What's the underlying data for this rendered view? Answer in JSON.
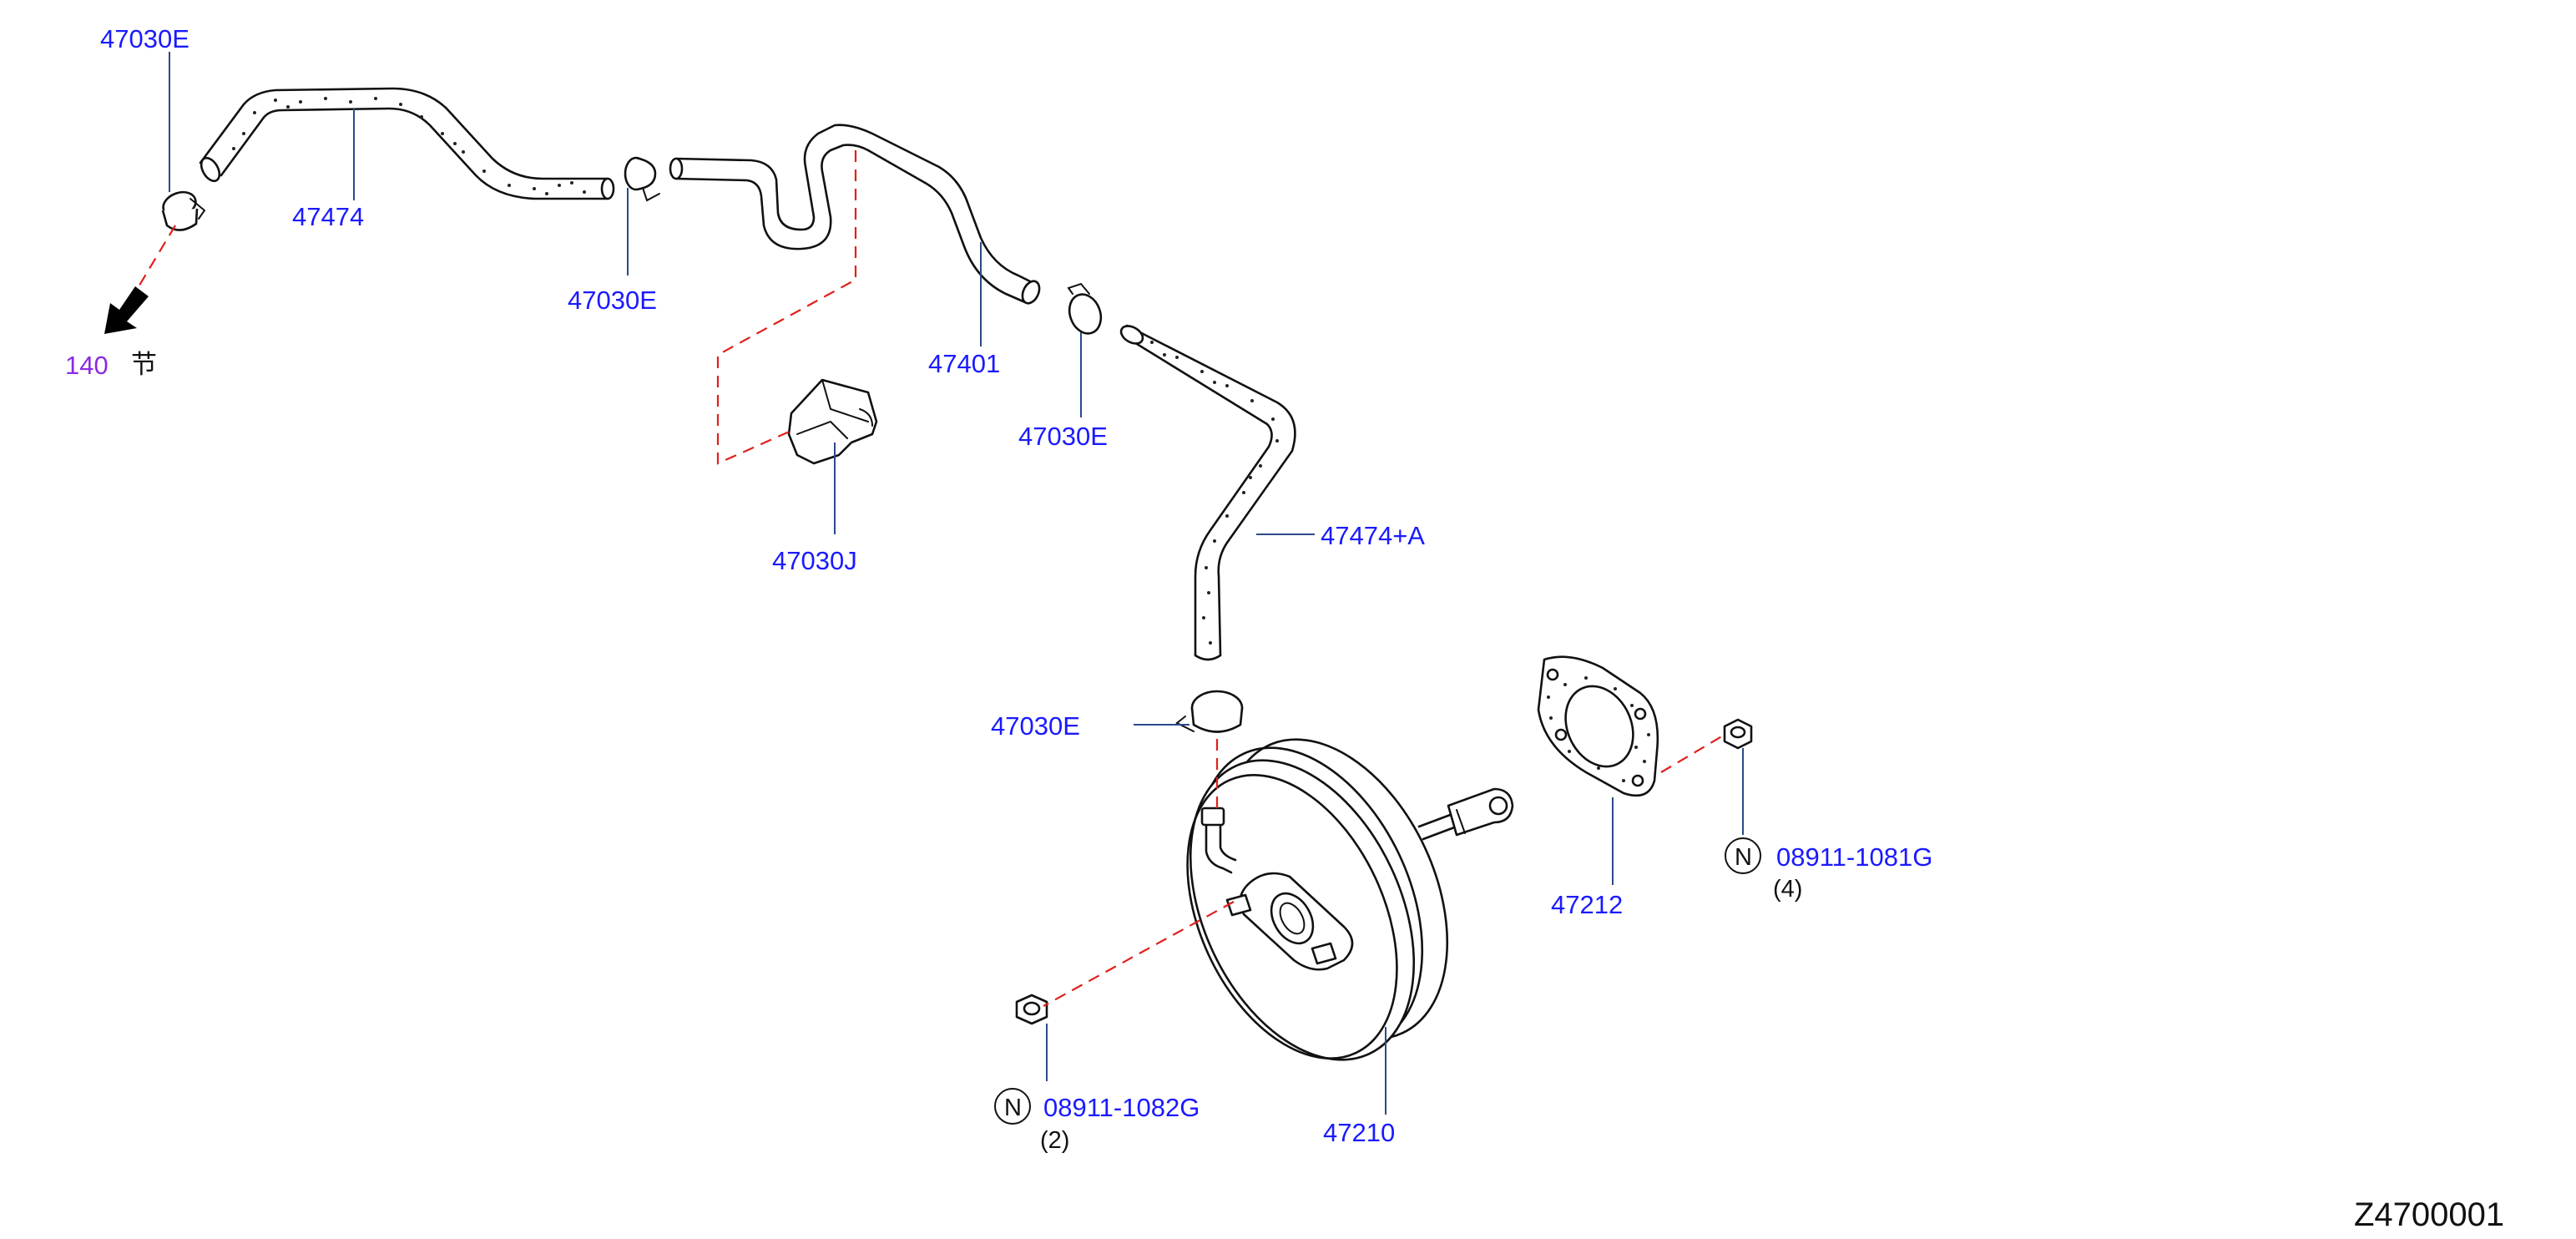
{
  "diagram": {
    "drawing_id": "Z4700001",
    "ref_section": {
      "number": "140",
      "glyph": "节",
      "color": "#8a2be2"
    },
    "callouts": [
      {
        "id": "c-47030E-a",
        "label": "47030E"
      },
      {
        "id": "c-47474",
        "label": "47474"
      },
      {
        "id": "c-47030E-b",
        "label": "47030E"
      },
      {
        "id": "c-47401",
        "label": "47401"
      },
      {
        "id": "c-47030E-c",
        "label": "47030E"
      },
      {
        "id": "c-47030J",
        "label": "47030J"
      },
      {
        "id": "c-47474A",
        "label": "47474+A"
      },
      {
        "id": "c-47030E-d",
        "label": "47030E"
      },
      {
        "id": "c-47212",
        "label": "47212"
      },
      {
        "id": "c-08911-1081G",
        "label": "08911-1081G",
        "marker": "N",
        "qty": "(4)"
      },
      {
        "id": "c-08911-1082G",
        "label": "08911-1082G",
        "marker": "N",
        "qty": "(2)"
      },
      {
        "id": "c-47210",
        "label": "47210"
      }
    ],
    "colors": {
      "callout": "#1a1aff",
      "leader": "#2b4a8a",
      "phantom_line": "#e0201a",
      "outline": "#111111"
    }
  }
}
